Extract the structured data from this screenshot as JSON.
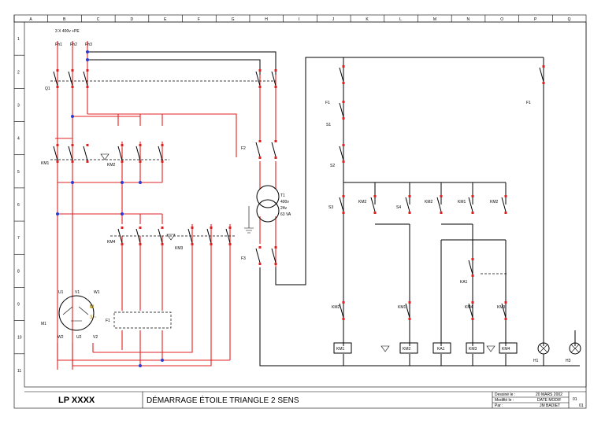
{
  "columns": [
    "A",
    "B",
    "C",
    "D",
    "E",
    "F",
    "G",
    "H",
    "I",
    "J",
    "K",
    "L",
    "M",
    "N",
    "O",
    "P",
    "Q"
  ],
  "rows": [
    "1",
    "2",
    "3",
    "4",
    "5",
    "6",
    "7",
    "8",
    "9",
    "10",
    "11"
  ],
  "supply": "3 X 400v +PE",
  "fuses": [
    "Ph1",
    "Ph2",
    "Ph3"
  ],
  "labels": {
    "q1": "Q1",
    "km1": "KM1",
    "km2": "KM2",
    "km4": "KM4",
    "km3": "KM3",
    "f1": "F1",
    "m1": "M1",
    "f2": "F2",
    "f3": "F3",
    "t1": "T1",
    "t1_v1": "400v",
    "t1_v2": "24v",
    "t1_p": "63 VA",
    "s1": "S1",
    "s2": "S2",
    "s3": "S3",
    "s4": "S4",
    "ka1": "KA1",
    "h1": "H1",
    "h3": "H3",
    "motor_m": "M",
    "motor_3": "3 ~",
    "u1": "U1",
    "v1": "V1",
    "w1": "W1",
    "u2": "U2",
    "v2": "V2",
    "w2": "W2"
  },
  "coils": [
    "KM1",
    "KM2",
    "KA1",
    "KM3",
    "KM4"
  ],
  "ctrl_labels": [
    "KM2",
    "KM2",
    "KM1",
    "KM2"
  ],
  "ctrl_row2": [
    "KM2",
    "KM1",
    "KM4",
    "KM3"
  ],
  "titleblock": {
    "code": "LP XXXX",
    "title": "DÉMARRAGE ÉTOILE TRIANGLE 2 SENS",
    "drawn_label": "Dessiné le :",
    "drawn_value": "20 MARS 2002",
    "mod_label": "Modifié le :",
    "mod_value": "DATE MODIF",
    "by_label": "Par :",
    "by_value": "JM BADIET",
    "sheet": "01",
    "sheets": "01"
  }
}
